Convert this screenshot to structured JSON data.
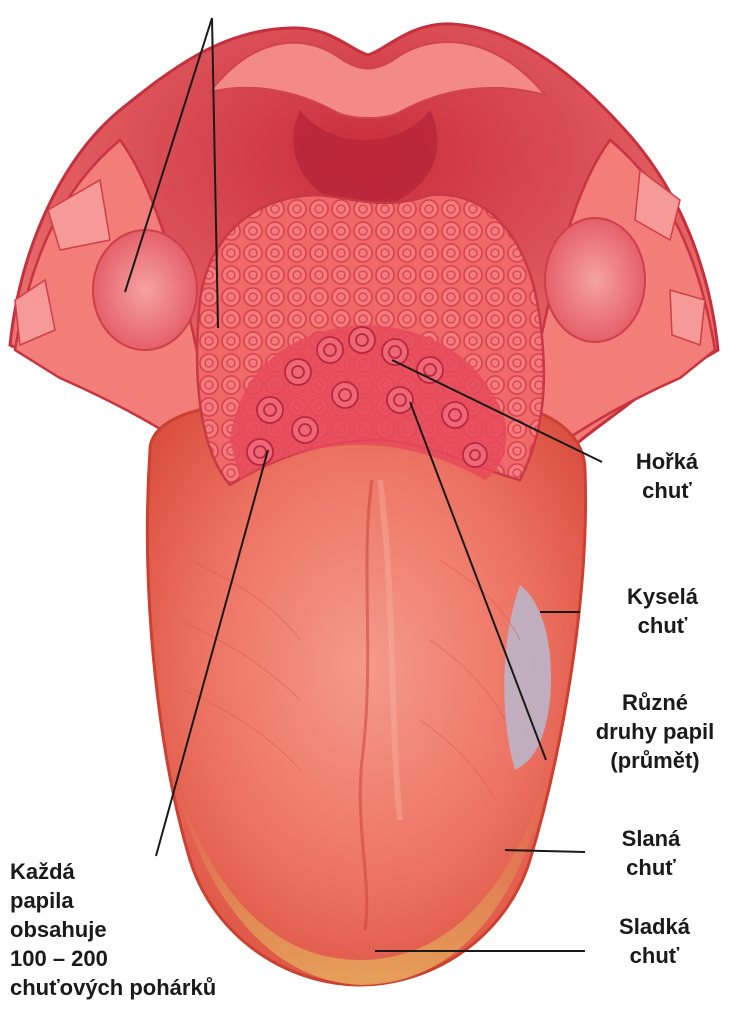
{
  "labels": {
    "bitter": [
      "Hořká",
      "chuť"
    ],
    "sour": [
      "Kyselá",
      "chuť"
    ],
    "papillae": [
      "Různé",
      "druhy papil",
      "(průmět)"
    ],
    "salty": [
      "Slaná",
      "chuť"
    ],
    "sweet": [
      "Sladká",
      "chuť"
    ],
    "each_papilla": [
      "Každá",
      "papila",
      "obsahuje",
      "100 – 200",
      "chuťových pohárků"
    ]
  },
  "colors": {
    "tongue_base": "#e2533f",
    "tongue_mid": "#ef7868",
    "tongue_tip": "#d9a25a",
    "mouth_outer": "#f07474",
    "mouth_inner": "#d23a44",
    "papilla": "#f05d63",
    "sour_zone": "#b9b8cf",
    "leader": "#1a1a1a"
  }
}
